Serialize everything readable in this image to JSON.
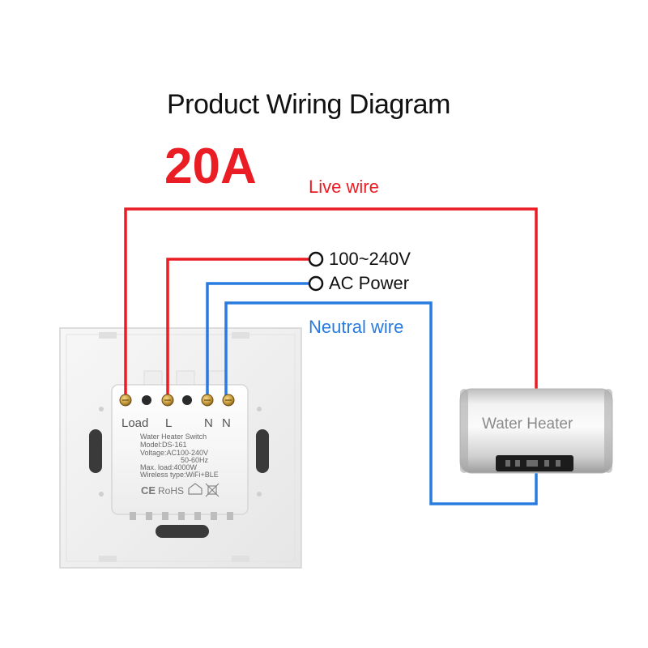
{
  "title": "Product Wiring Diagram",
  "rating": "20A",
  "wires": {
    "live_label": "Live wire",
    "neutral_label": "Neutral wire"
  },
  "power": {
    "voltage": "100~240V",
    "type": "AC Power"
  },
  "switch": {
    "terminals": [
      "Load",
      "L",
      "N",
      "N"
    ],
    "product_name": "Water Heater Switch",
    "model": "Model:DS-161",
    "voltage": "Voltage:AC100-240V",
    "frequency": "50-60Hz",
    "max_load": "Max. load:4000W",
    "wireless": "Wireless type:WiFi+BLE",
    "marks": [
      "CE",
      "RoHS"
    ]
  },
  "appliance": {
    "label": "Water Heater"
  },
  "colors": {
    "live": "#ea1c24",
    "neutral": "#2a7be0"
  }
}
